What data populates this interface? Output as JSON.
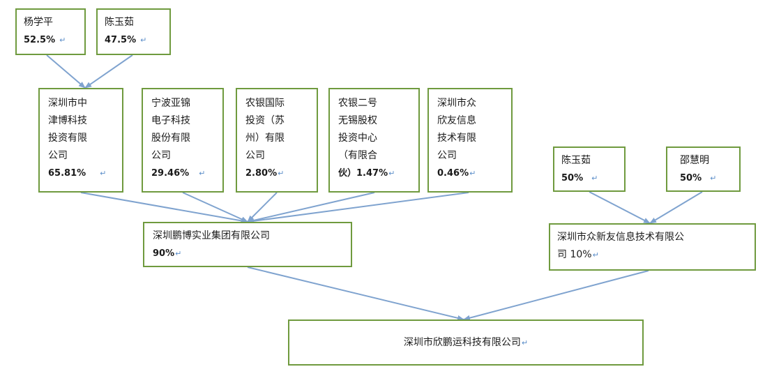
{
  "diagram": {
    "shareholders_top": [
      {
        "name": "杨学平",
        "pct": "52.5%"
      },
      {
        "name": "陈玉茹",
        "pct": "47.5%"
      }
    ],
    "mid": [
      {
        "lines": [
          "深圳市中",
          "津博科技",
          "投资有限",
          "公司"
        ],
        "pct": "65.81%"
      },
      {
        "lines": [
          "宁波亚锦",
          "电子科技",
          "股份有限",
          "公司"
        ],
        "pct": "29.46%"
      },
      {
        "lines": [
          "农银国际",
          "投资（苏",
          "州）有限",
          "公司"
        ],
        "pct": "2.80%"
      },
      {
        "lines": [
          "农银二号",
          "无锡股权",
          "投资中心",
          "（有限合"
        ],
        "last": "伙）1.47%"
      },
      {
        "lines": [
          "深圳市众",
          "欣友信息",
          "技术有限",
          "公司"
        ],
        "pct": "0.46%"
      }
    ],
    "right_shareholders": [
      {
        "name": "陈玉茹",
        "pct": "50%"
      },
      {
        "name": "邵慧明",
        "pct": "50%"
      }
    ],
    "group": {
      "name": "深圳鹏博实业集团有限公司",
      "pct": "90%"
    },
    "zhongxin": {
      "name_line1": "深圳市众新友信息技术有限公",
      "name_line2": "司 10%"
    },
    "target": {
      "name": "深圳市欣鹏运科技有限公司"
    },
    "colors": {
      "border": "#6f9a3e",
      "arrow": "#7fa3cf",
      "return_mark": "#5b8ec9"
    }
  }
}
